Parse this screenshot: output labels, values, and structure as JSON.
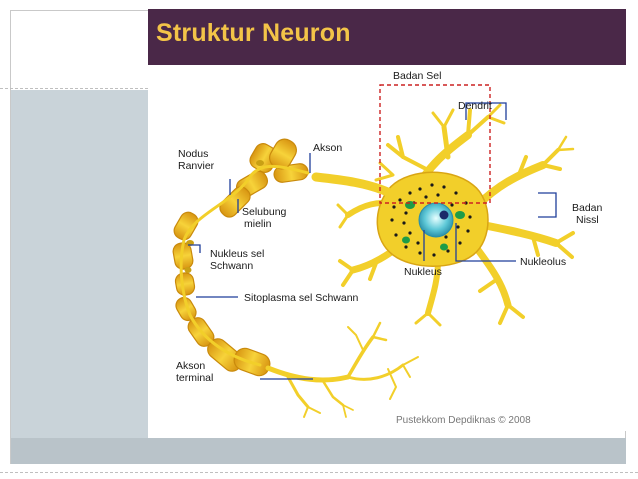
{
  "slide": {
    "title": "Struktur Neuron"
  },
  "diagram": {
    "labels": {
      "badan_sel": "Badan Sel",
      "dendrit": "Dendrit",
      "akson": "Akson",
      "nodus_ranvier_1": "Nodus",
      "nodus_ranvier_2": "Ranvier",
      "selubung_mielin_1": "Selubung",
      "selubung_mielin_2": "mielin",
      "badan_nissl_1": "Badan",
      "badan_nissl_2": "Nissl",
      "nukleus_sel_schwann_1": "Nukleus sel",
      "nukleus_sel_schwann_2": "Schwann",
      "nukleolus": "Nukleolus",
      "nukleus": "Nukleus",
      "sitoplasma_sel_schwann": "Sitoplasma sel Schwann",
      "akson_terminal_1": "Akson",
      "akson_terminal_2": "terminal"
    },
    "credit": "Pustekkom Depdiknas © 2008"
  },
  "colors": {
    "title_bar": "#4a2848",
    "title_text": "#f3c448",
    "neuron_fill": "#f2cf2a",
    "neuron_stroke": "#d49a10",
    "label_line": "#1f3f9a",
    "cell_body_box": "#cc2222"
  }
}
